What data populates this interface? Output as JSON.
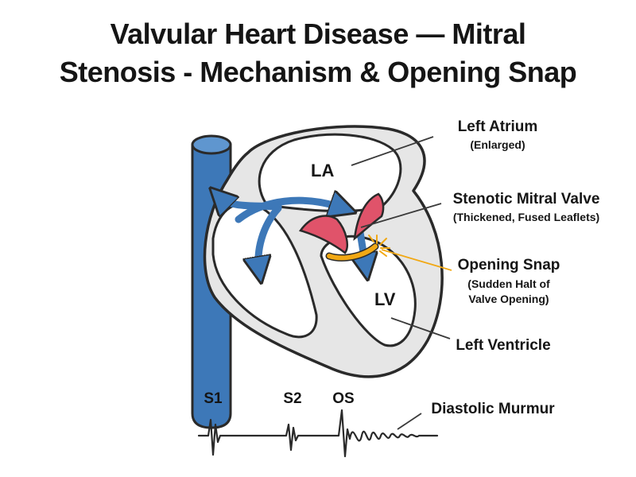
{
  "title": {
    "line1": "Valvular Heart Disease — Mitral",
    "line2": "Stenosis - Mechanism & Opening Snap"
  },
  "chambers": {
    "la": "LA",
    "lv": "LV"
  },
  "labels": {
    "left_atrium": {
      "main": "Left Atrium",
      "sub": "(Enlarged)"
    },
    "mitral_valve": {
      "main": "Stenotic Mitral Valve",
      "sub": "(Thickened, Fused Leaflets)"
    },
    "opening_snap": {
      "main": "Opening Snap",
      "sub1": "(Sudden Halt of",
      "sub2": "Valve Opening)"
    },
    "left_ventricle": {
      "main": "Left Ventricle"
    }
  },
  "phonocardiogram": {
    "s1": "S1",
    "s2": "S2",
    "os": "OS",
    "murmur": "Diastolic Murmur"
  },
  "colors": {
    "vessel_blue": "#3d78b8",
    "heart_fill": "#e6e6e6",
    "outline": "#2a2a2a",
    "valve_red": "#e0536a",
    "snap_orange": "#f1a814"
  }
}
